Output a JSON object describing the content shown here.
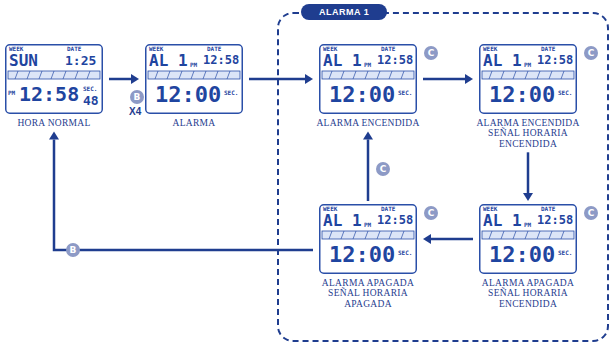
{
  "diagram": {
    "nodes": [
      {
        "text": [
          "WEEK",
          "DATE",
          "SUN",
          "1:25",
          "PM",
          "12:58",
          "SEC.",
          "48",
          "HORA NORMAL"
        ]
      },
      {
        "text": [
          "WEEK",
          "DATE",
          "AL 1",
          "PM",
          "12:58",
          "12:00",
          "SEC.",
          "ALARMA"
        ]
      },
      {
        "text": [
          "ALARMA 1"
        ]
      },
      {
        "text": [
          "WEEK",
          "DATE",
          "AL 1",
          "PM",
          "12:58",
          "12:00",
          "SEC.",
          "ALARMA ENCENDIDA"
        ],
        "in": 2
      },
      {
        "text": [
          "WEEK",
          "DATE",
          "AL 1",
          "PM",
          "12:58",
          "12:00",
          "SEC.",
          "ALARMA ENCENDIDA SEÑAL HORARIA ENCENDIDA"
        ],
        "in": 2
      },
      {
        "text": [
          "WEEK",
          "DATE",
          "AL 1",
          "PM",
          "12:58",
          "12:00",
          "SEC.",
          "ALARMA APAGADA SEÑAL HORARIA ENCENDIDA"
        ],
        "in": 2
      },
      {
        "text": [
          "WEEK",
          "DATE",
          "AL 1",
          "PM",
          "12:58",
          "12:00",
          "SEC.",
          "ALARMA APAGADA SEÑAL HORARIA APAGADA"
        ],
        "in": 2
      }
    ],
    "edges": [
      {
        "from": 0,
        "to": 1,
        "arrow": "to",
        "label": "B"
      },
      {
        "from": 1,
        "to": 3,
        "arrow": "to"
      },
      {
        "from": 3,
        "to": 4,
        "arrow": "to",
        "label": "C"
      },
      {
        "from": 4,
        "to": 5,
        "arrow": "to",
        "label": "C"
      },
      {
        "from": 5,
        "to": 6,
        "arrow": "to",
        "label": "C"
      },
      {
        "from": 6,
        "to": 3,
        "arrow": "to",
        "label": "C"
      },
      {
        "from": 6,
        "to": 0,
        "arrow": "to",
        "label": "B"
      }
    ],
    "labels": [
      "X4",
      "C"
    ]
  }
}
